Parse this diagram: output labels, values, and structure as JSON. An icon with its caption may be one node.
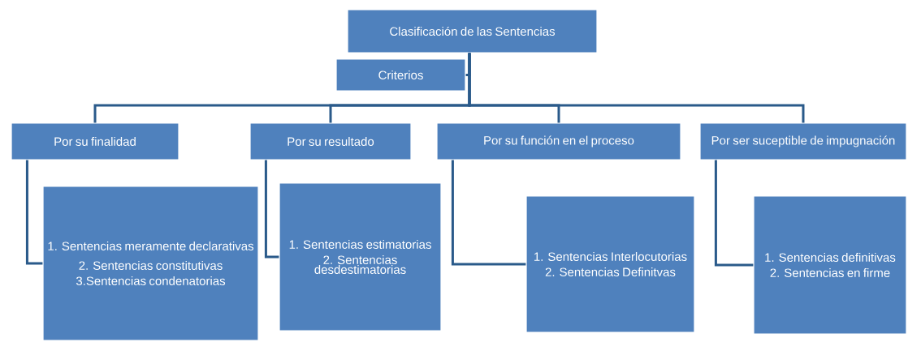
{
  "diagram": {
    "nodes": [
      {
        "text": [
          "Clasificación de las Sentencias"
        ]
      },
      {
        "text": [
          "Criterios"
        ]
      },
      {
        "text": [
          "Por su finalidad"
        ]
      },
      {
        "text": [
          "Por su resultado"
        ]
      },
      {
        "text": [
          "Por su función en el proceso"
        ]
      },
      {
        "text": [
          "Por ser suceptible de impugnación"
        ]
      },
      {
        "text": [
          "1. Sentencias meramente declarativas",
          "2. Sentencias constitutivas",
          "3.Sentencias condenatorias"
        ]
      },
      {
        "text": [
          "1. Sentencias estimatorias",
          "2. Sentencias desdestimatorias"
        ]
      },
      {
        "text": [
          "1. Sentencias Interlocutorias",
          "2. Sentencias Definitvas"
        ]
      },
      {
        "text": [
          "1. Sentencias definitivas",
          "2. Sentencias en firme"
        ]
      }
    ],
    "edges": [
      {
        "from": 0,
        "to": 1,
        "arrow": "none"
      },
      {
        "from": 0,
        "to": 2,
        "arrow": "none"
      },
      {
        "from": 0,
        "to": 3,
        "arrow": "none"
      },
      {
        "from": 0,
        "to": 4,
        "arrow": "none"
      },
      {
        "from": 0,
        "to": 5,
        "arrow": "none"
      },
      {
        "from": 2,
        "to": 6,
        "arrow": "none"
      },
      {
        "from": 3,
        "to": 7,
        "arrow": "none"
      },
      {
        "from": 4,
        "to": 8,
        "arrow": "none"
      },
      {
        "from": 5,
        "to": 9,
        "arrow": "none"
      }
    ]
  }
}
